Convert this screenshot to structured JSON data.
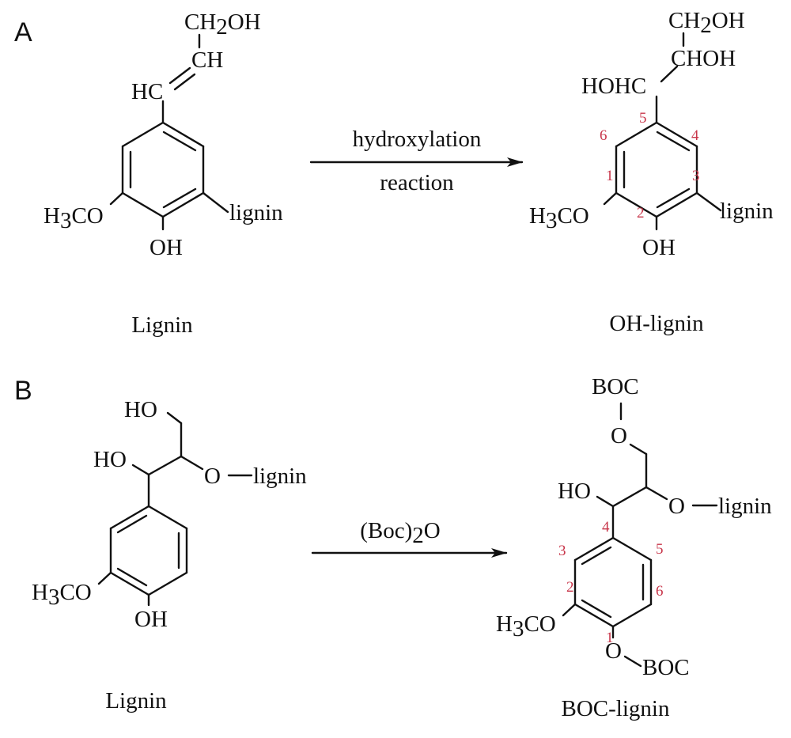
{
  "panels": {
    "a": "A",
    "b": "B"
  },
  "colors": {
    "ink": "#111111",
    "position_numbers": "#c8364a"
  },
  "reaction_a": {
    "reactant": {
      "name": "Lignin",
      "ch2oh": "CH",
      "ch2oh_sub": "2",
      "ch2oh_tail": "OH",
      "ch": "CH",
      "hc": "HC",
      "methoxy": "H",
      "methoxy_sub": "3",
      "methoxy_tail": "CO",
      "oh": "OH",
      "lignin": "lignin"
    },
    "arrow_top": "hydroxylation",
    "arrow_bottom": "reaction",
    "product": {
      "name": "OH-lignin",
      "ch2oh": "CH",
      "ch2oh_sub": "2",
      "ch2oh_tail": "OH",
      "choh": "CHOH",
      "hohc": "HOHC",
      "methoxy": "H",
      "methoxy_sub": "3",
      "methoxy_tail": "CO",
      "oh": "OH",
      "lignin": "lignin",
      "positions": [
        "1",
        "2",
        "3",
        "4",
        "5",
        "6"
      ]
    }
  },
  "reaction_b": {
    "reactant": {
      "name": "Lignin",
      "ho_top": "HO",
      "ho_mid": "HO",
      "o_lignin": "O",
      "lignin": "lignin",
      "methoxy": "H",
      "methoxy_sub": "3",
      "methoxy_tail": "CO",
      "oh": "OH"
    },
    "arrow_label": "(Boc)",
    "arrow_label_sub": "2",
    "arrow_label_tail": "O",
    "product": {
      "name": "BOC-lignin",
      "boc_top": "BOC",
      "o_top": "O",
      "ho": "HO",
      "o_lignin": "O",
      "lignin": "lignin",
      "methoxy": "H",
      "methoxy_sub": "3",
      "methoxy_tail": "CO",
      "o_bottom": "O",
      "boc_bottom": "BOC",
      "positions": [
        "1",
        "2",
        "3",
        "4",
        "5",
        "6"
      ]
    }
  }
}
